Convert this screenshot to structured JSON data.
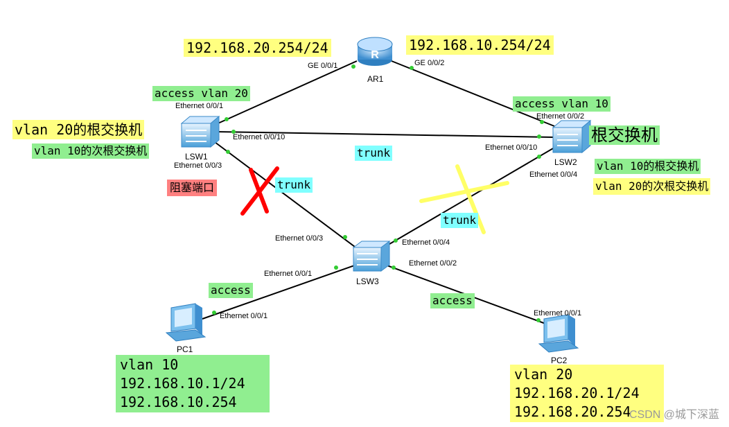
{
  "devices": {
    "ar1": "AR1",
    "lsw1": "LSW1",
    "lsw2": "LSW2",
    "lsw3": "LSW3",
    "pc1": "PC1",
    "pc2": "PC2"
  },
  "ports": {
    "ar1_ge001": "GE 0/0/1",
    "ar1_ge002": "GE 0/0/2",
    "lsw1_e001": "Ethernet 0/0/1",
    "lsw1_e0010": "Ethernet 0/0/10",
    "lsw1_e003": "Ethernet 0/0/3",
    "lsw2_e002": "Ethernet 0/0/2",
    "lsw2_e0010": "Ethernet 0/0/10",
    "lsw2_e004": "Ethernet 0/0/4",
    "lsw3_e003": "Ethernet 0/0/3",
    "lsw3_e004": "Ethernet 0/0/4",
    "lsw3_e001": "Ethernet 0/0/1",
    "lsw3_e002": "Ethernet 0/0/2",
    "pc1_e001": "Ethernet 0/0/1",
    "pc2_e001": "Ethernet 0/0/1"
  },
  "labels": {
    "gw_vlan20": "192.168.20.254/24",
    "gw_vlan10": "192.168.10.254/24",
    "lsw1_access": "access vlan 20",
    "lsw2_access": "access vlan 10",
    "lsw1_root": "vlan 20的根交换机",
    "lsw1_secondary": "vlan 10的次根交换机",
    "lsw2_root_all": "根交换机",
    "lsw2_root": "vlan 10的根交换机",
    "lsw2_secondary": "vlan 20的次根交换机",
    "blocked_port": "阻塞端口",
    "trunk_lsw1_lsw2": "trunk",
    "trunk_lsw1_lsw3": "trunk",
    "trunk_lsw2_lsw3": "trunk",
    "access_pc1": "access",
    "access_pc2": "access"
  },
  "pc1_info": [
    "vlan 10",
    "192.168.10.1/24",
    "192.168.10.254"
  ],
  "pc2_info": [
    "vlan 20",
    "192.168.20.1/24",
    "192.168.20.254"
  ],
  "watermark": "CSDN @城下深蓝",
  "colors": {
    "yellow_label": "#ffff80",
    "green_label": "#90ee90",
    "cyan_label": "#80ffff",
    "red_label": "#ff8080",
    "red_cross": "#ff0000",
    "yellow_cross": "#ffff66",
    "port_dot": "#33cc33"
  }
}
